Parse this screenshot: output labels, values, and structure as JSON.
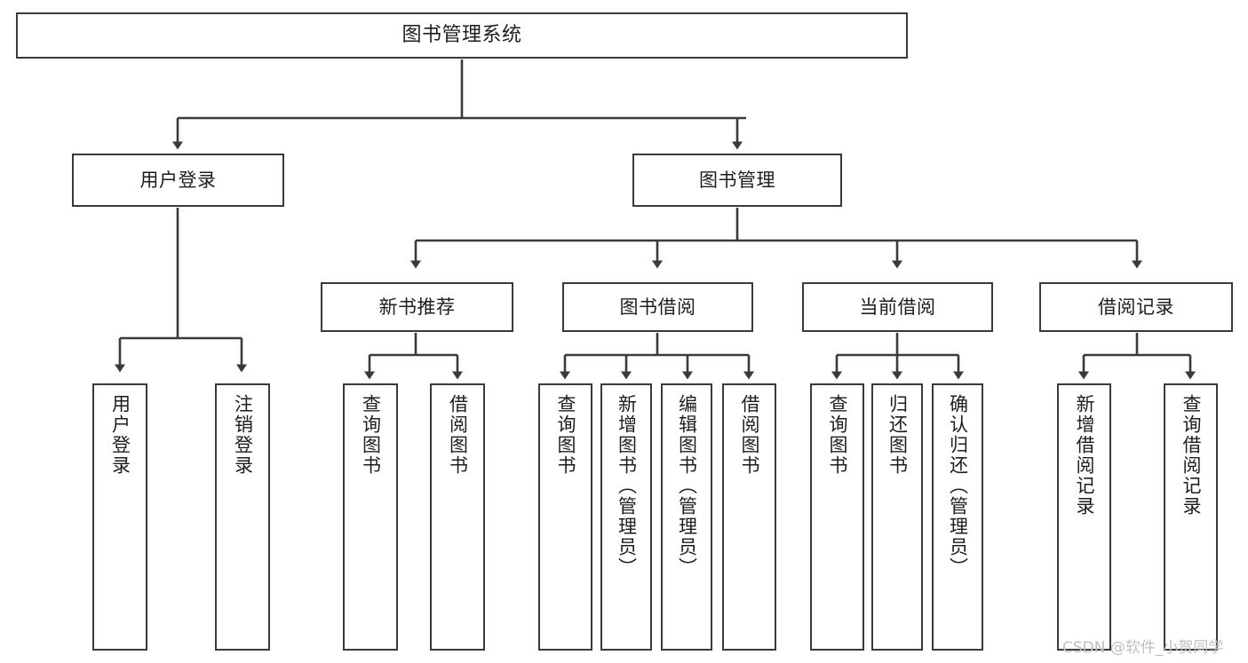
{
  "diagram": {
    "title": "图书管理系统",
    "type": "tree",
    "theme": {
      "background": "#ffffff",
      "box_border": "#3a3a3a",
      "text": "#1d1d1d",
      "edge": "#3a3a3a",
      "watermark": "#bfbfbf"
    },
    "watermark": "CSDN @软件_小贺同学",
    "root": {
      "label": "图书管理系统"
    },
    "level2": [
      {
        "label": "用户登录"
      },
      {
        "label": "图书管理"
      }
    ],
    "level3": [
      {
        "label": "新书推荐"
      },
      {
        "label": "图书借阅"
      },
      {
        "label": "当前借阅"
      },
      {
        "label": "借阅记录"
      }
    ],
    "leaves": {
      "user_login": [
        {
          "label": "用户登录"
        },
        {
          "label": "注销登录"
        }
      ],
      "new_book_recommend": [
        {
          "label": "查询图书"
        },
        {
          "label": "借阅图书"
        }
      ],
      "book_borrow": [
        {
          "label": "查询图书"
        },
        {
          "label": "新增图书（管理员）"
        },
        {
          "label": "编辑图书（管理员）"
        },
        {
          "label": "借阅图书"
        }
      ],
      "current_borrow": [
        {
          "label": "查询图书"
        },
        {
          "label": "归还图书"
        },
        {
          "label": "确认归还（管理员）"
        }
      ],
      "borrow_record": [
        {
          "label": "新增借阅记录"
        },
        {
          "label": "查询借阅记录"
        }
      ]
    }
  }
}
